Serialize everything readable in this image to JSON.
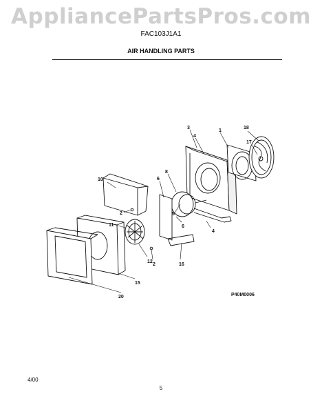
{
  "header": {
    "watermark": "AppliancePartsPros.com",
    "model_number": "FAC103J1A1",
    "section_title": "AIR HANDLING PARTS"
  },
  "diagram": {
    "figure_code": "P40M0006",
    "callouts": {
      "c3": "3",
      "c4a": "4",
      "c1": "1",
      "c18": "18",
      "c17": "17",
      "c8": "8",
      "c6a": "6",
      "c10": "10",
      "c5": "5",
      "c2a": "2",
      "c6b": "6",
      "c4b": "4",
      "c11": "11",
      "c12": "12",
      "c2b": "2",
      "c16": "16",
      "c15": "15",
      "c20": "20"
    }
  },
  "footer": {
    "date": "4/00",
    "page": "5"
  }
}
